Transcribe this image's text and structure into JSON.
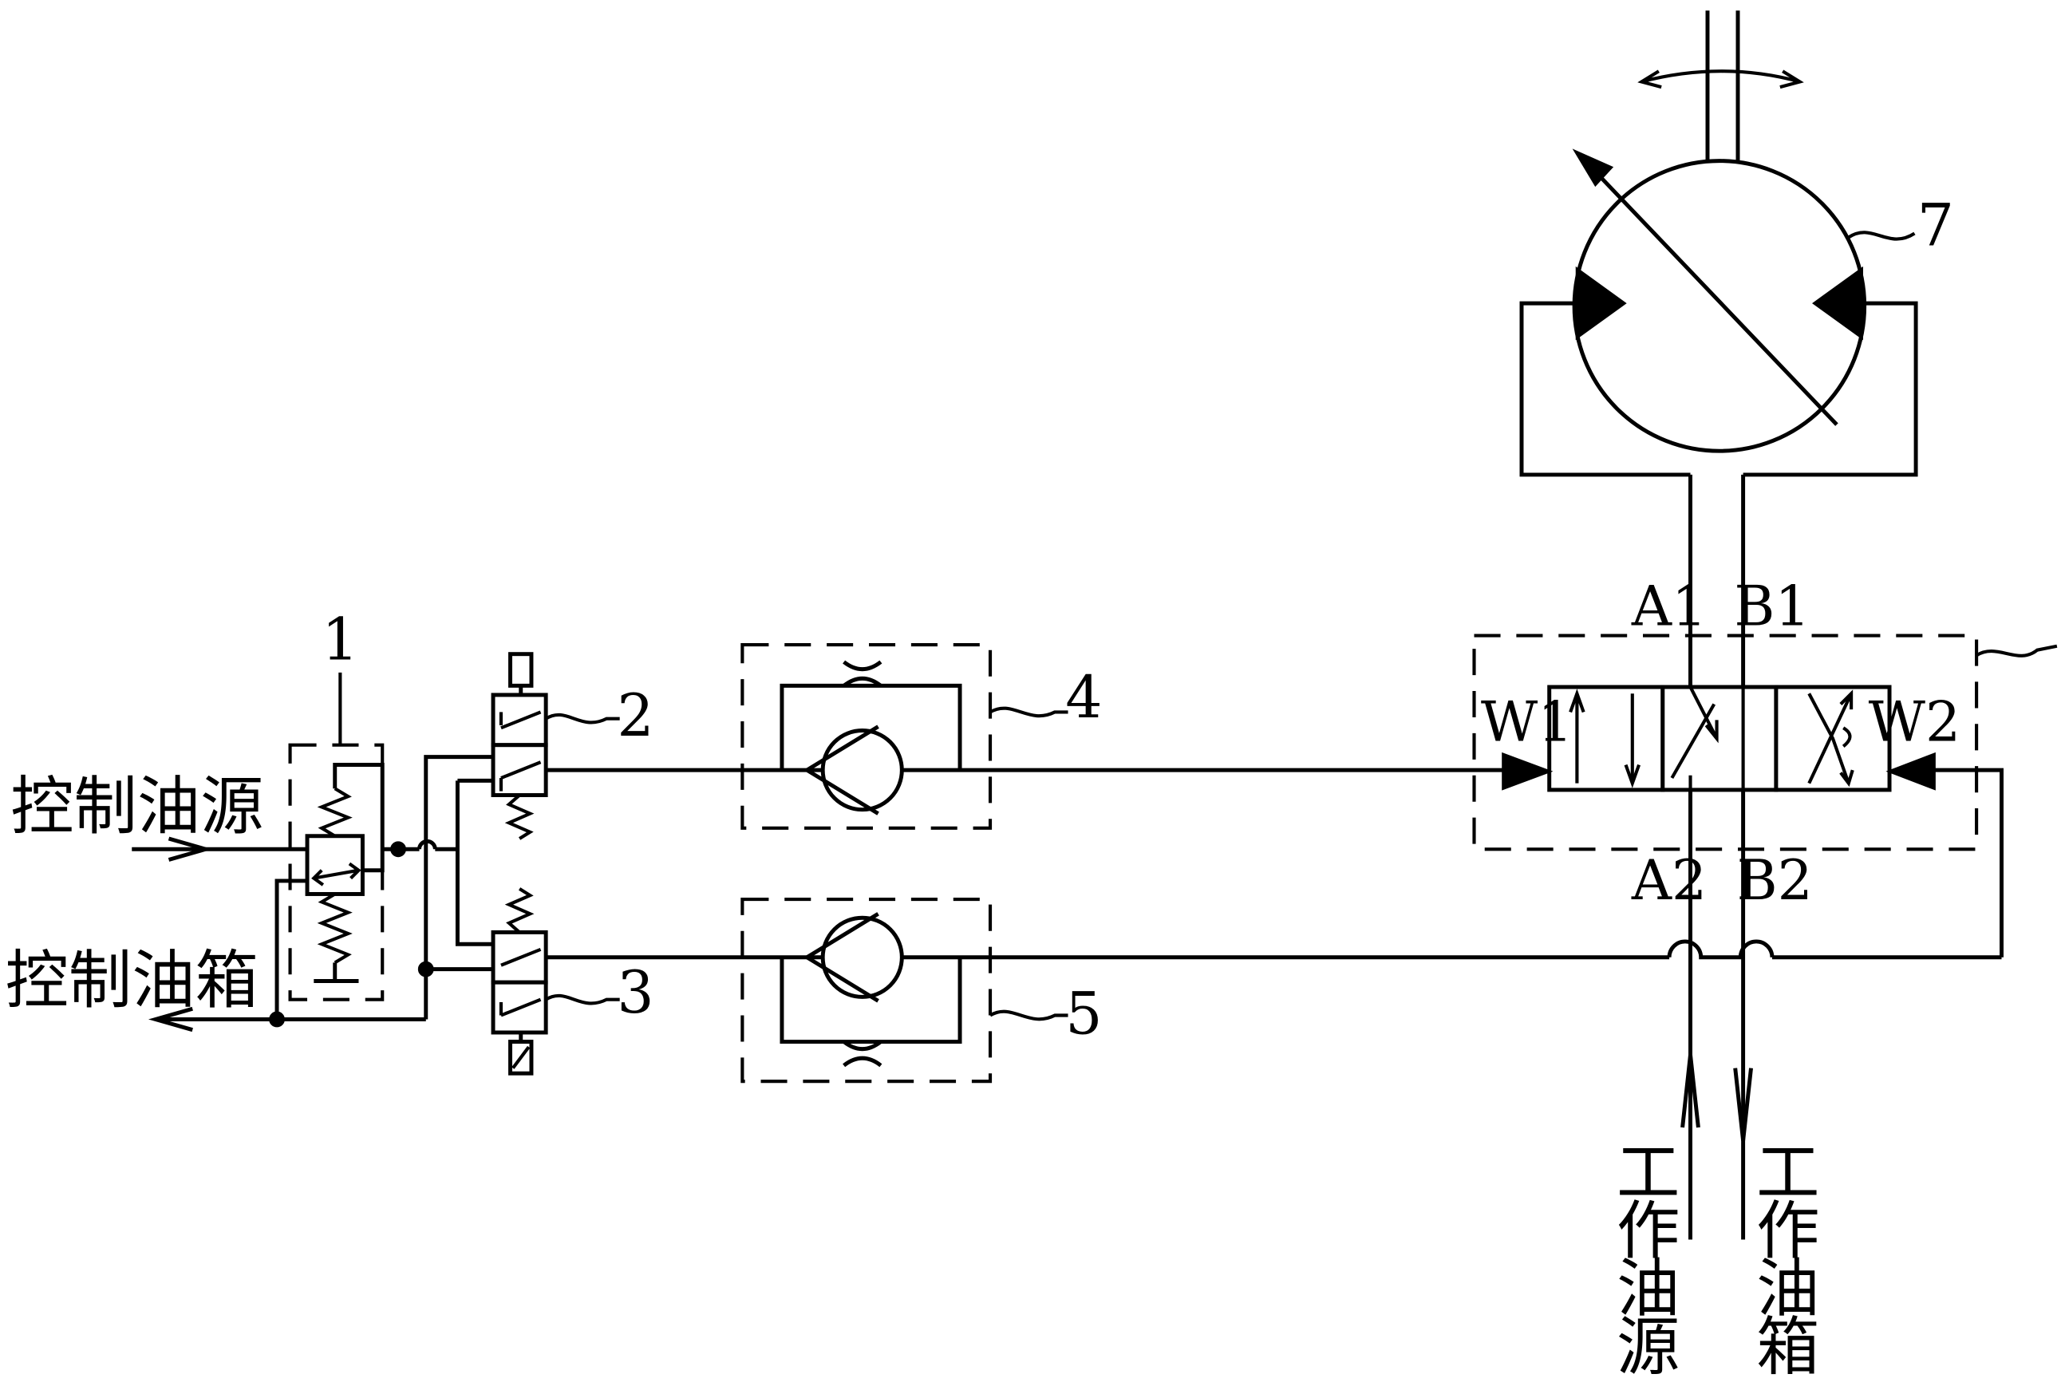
{
  "labels": {
    "control_oil_source": "控制油源",
    "control_oil_tank": "控制油箱",
    "work_oil_source": [
      "工",
      "作",
      "油",
      "源"
    ],
    "work_oil_tank": [
      "工",
      "作",
      "油",
      "箱"
    ],
    "port_a1": "A1",
    "port_b1": "B1",
    "port_a2": "A2",
    "port_b2": "B2",
    "port_w1": "W1",
    "port_w2": "W2"
  },
  "components": {
    "c1": "1",
    "c2": "2",
    "c3": "3",
    "c4": "4",
    "c5": "5",
    "c7": "7"
  }
}
